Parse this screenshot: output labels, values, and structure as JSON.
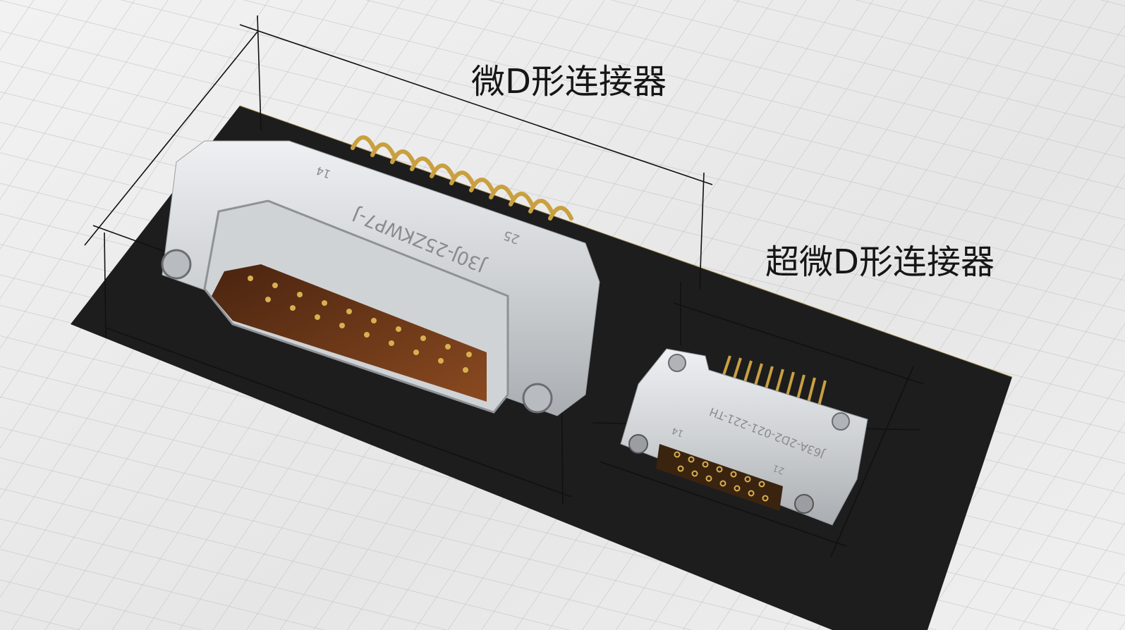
{
  "titles": {
    "micro_d": "微D形连接器",
    "nano_d": "超微D形连接器"
  },
  "micro_connector": {
    "part_number": "J30J-25ZKWP7-J",
    "pin_first_label": "14",
    "pin_last_label": "25"
  },
  "nano_connector": {
    "part_number": "J63A-2D2-021-221-TH",
    "pin_first_label": "14",
    "pin_last_label": "21"
  },
  "colors": {
    "board": "#1c1c1c",
    "shell": "#d6d8da",
    "gold": "#c9a040",
    "insulator": "#6b3a18",
    "grid": "#c8c8c8"
  }
}
